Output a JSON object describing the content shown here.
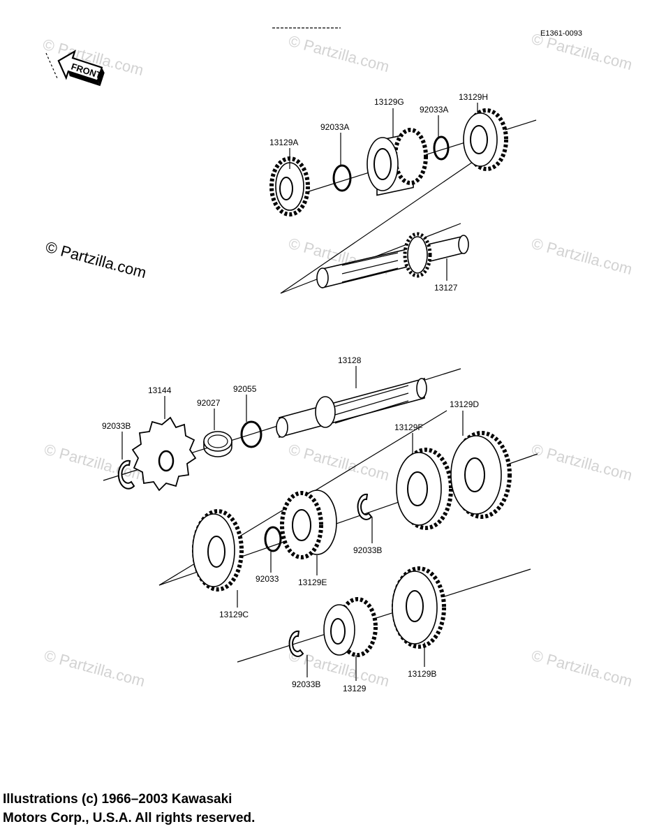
{
  "diagram_code": "E1361-0093",
  "direction_badge": "FRONT",
  "watermark_text": "© Partzilla.com",
  "watermark_color": "#d2d2d2",
  "copyright_line1": "Illustrations (c) 1966–2003 Kawasaki",
  "copyright_line2": "Motors Corp., U.S.A.  All rights reserved.",
  "labels": {
    "p13129A": "13129A",
    "p92033A_1": "92033A",
    "p13129G": "13129G",
    "p92033A_2": "92033A",
    "p13129H": "13129H",
    "p13127": "13127",
    "p13128": "13128",
    "p13144": "13144",
    "p92027": "92027",
    "p92055": "92055",
    "p92033B_1": "92033B",
    "p13129D": "13129D",
    "p13129F": "13129F",
    "p92033B_2": "92033B",
    "p92033": "92033",
    "p13129E": "13129E",
    "p13129C": "13129C",
    "p92033B_3": "92033B",
    "p13129": "13129",
    "p13129B": "13129B"
  }
}
